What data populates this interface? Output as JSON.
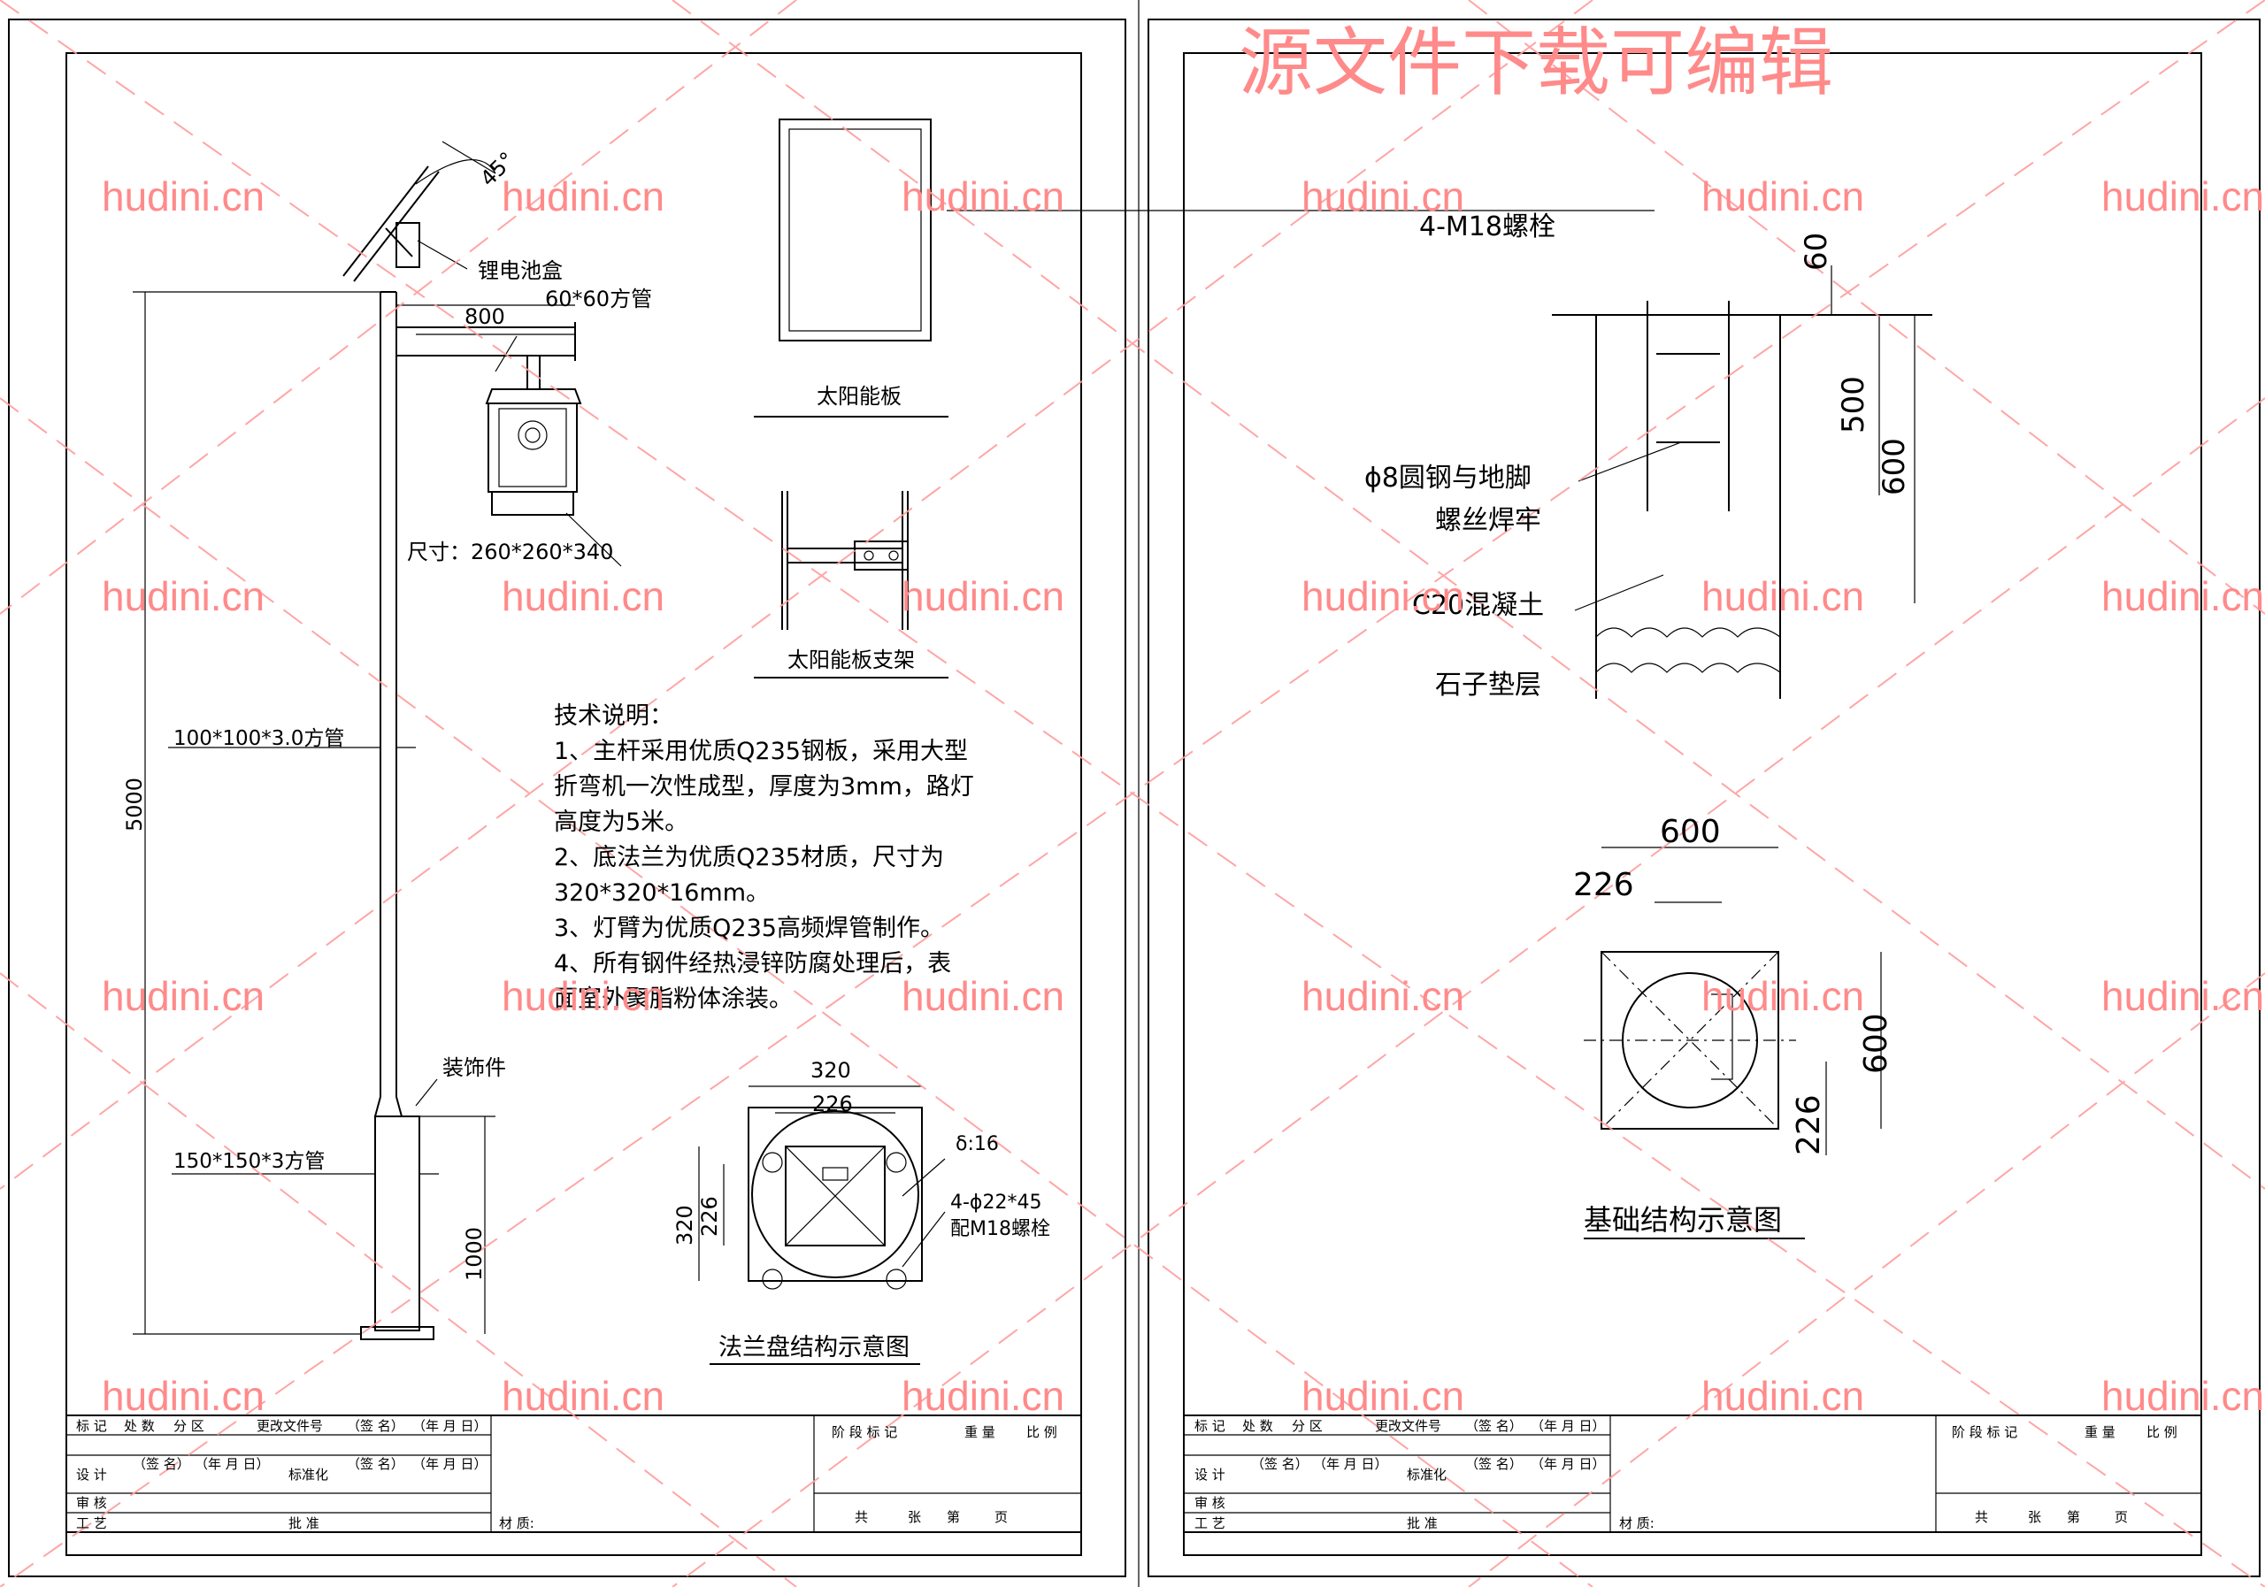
{
  "watermark": {
    "site": "hudini.cn",
    "banner": "源文件下载可编辑",
    "color": "#ff8a8a"
  },
  "sheet1": {
    "labels": {
      "angle": "45°",
      "battery_box": "锂电池盒",
      "arm_length": "800",
      "arm_tube": "60*60方管",
      "lamp_size": "尺寸：260*260*340",
      "main_pole": "100*100*3.0方管",
      "pole_height": "5000",
      "decoration": "装饰件",
      "base_tube": "150*150*3方管",
      "base_height": "1000"
    },
    "solar_panel_caption": "太阳能板",
    "bracket_caption": "太阳能板支架",
    "notes": [
      "技术说明：",
      "1、主杆采用优质Q235钢板，采用大型",
      "折弯机一次性成型，厚度为3mm，路灯",
      "高度为5米。",
      "2、底法兰为优质Q235材质，尺寸为",
      "320*320*16mm。",
      "3、灯臂为优质Q235高频焊管制作。",
      "4、所有钢件经热浸锌防腐处理后，表",
      "面室外聚脂粉体涂装。"
    ],
    "flange": {
      "dim_outer_w": "320",
      "dim_inner_w": "226",
      "dim_outer_h": "320",
      "dim_inner_h": "226",
      "thickness": "δ:16",
      "holes": "4-ϕ22*45",
      "bolts": "配M18螺栓",
      "caption": "法兰盘结构示意图"
    }
  },
  "sheet2": {
    "bolt_label": "4-M18螺栓",
    "dim_top": "60",
    "dim_500": "500",
    "dim_600": "600",
    "weld_note_1": "ϕ8圆钢与地脚",
    "weld_note_2": "螺丝焊牢",
    "concrete": "C20混凝土",
    "gravel": "石子垫层",
    "plan": {
      "dim_w": "600",
      "dim_inner_w": "226",
      "dim_h": "600",
      "dim_inner_h": "226",
      "caption": "基础结构示意图"
    }
  },
  "title_block": {
    "mark": "标 记",
    "count": "处 数",
    "zone": "分 区",
    "change_doc": "更改文件号",
    "sign": "（签 名）",
    "date": "（年 月 日）",
    "design": "设 计",
    "standard": "标准化",
    "review": "审 核",
    "process": "工 艺",
    "approve": "批 准",
    "material": "材 质:",
    "stage_mark": "阶 段 标 记",
    "weight": "重 量",
    "scale": "比 例",
    "total": "共",
    "sheets": "张",
    "page_no": "第",
    "page": "页"
  }
}
